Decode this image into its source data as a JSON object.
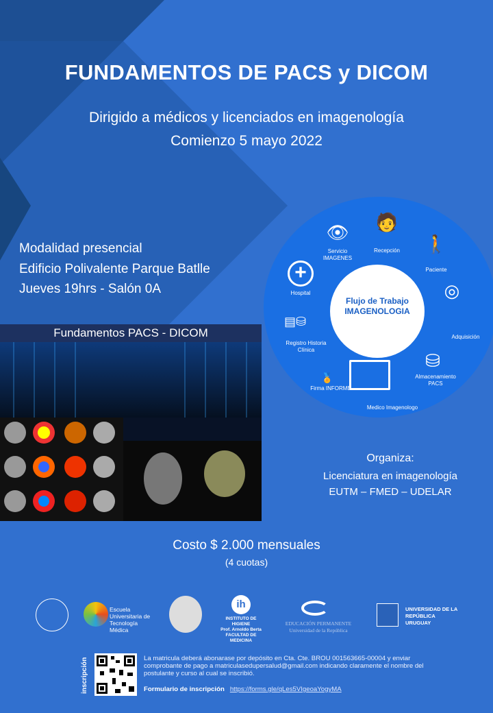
{
  "title": "FUNDAMENTOS DE PACS y DICOM",
  "subtitle": [
    "Dirigido a médicos y  licenciados en imagenología",
    "Comienzo 5 mayo 2022"
  ],
  "details": [
    "Modalidad presencial",
    "Edificio Polivalente Parque Batlle",
    "Jueves 19hrs - Salón 0A"
  ],
  "panel_title": "Fundamentos PACS - DICOM",
  "workflow": {
    "center": [
      "Flujo de Trabajo",
      "IMAGENOLOGIA"
    ],
    "items": [
      "Servicio IMAGENES",
      "Recepción",
      "Paciente",
      "Adquisición",
      "Almacenamiento PACS",
      "Medico Imagenologo",
      "Firma INFORME",
      "Registro Historia Clínica",
      "Hospital"
    ]
  },
  "organiza": [
    "Organiza:",
    "Licenciatura en imagenología",
    "EUTM – FMED – UDELAR"
  ],
  "cost": "Costo $ 2.000 mensuales",
  "installments": "(4 cuotas)",
  "logos": [
    "Escuela Universitaria de Tecnología Médica",
    "INSTITUTO DE HIGIENE",
    "Prof. Arnoldo Berta",
    "FACULTAD DE MEDICINA",
    "EDUCACIÓN PERMANENTE",
    "Universidad de la República",
    "UNIVERSIDAD DE LA REPÚBLICA URUGUAY"
  ],
  "inscripcion": "inscripción",
  "note": "La matricula deberá abonarase por depósito en Cta. Cte. BROU 001563665-00004 y enviar comprobante de pago a matriculasedupersalud@gmail.com indicando claramente el nombre del postulante y curso al cual se inscribió.",
  "form_label": "Formulario de inscripción",
  "form_url": "https://forms.gle/qLes5VIgeoaYogyMA"
}
